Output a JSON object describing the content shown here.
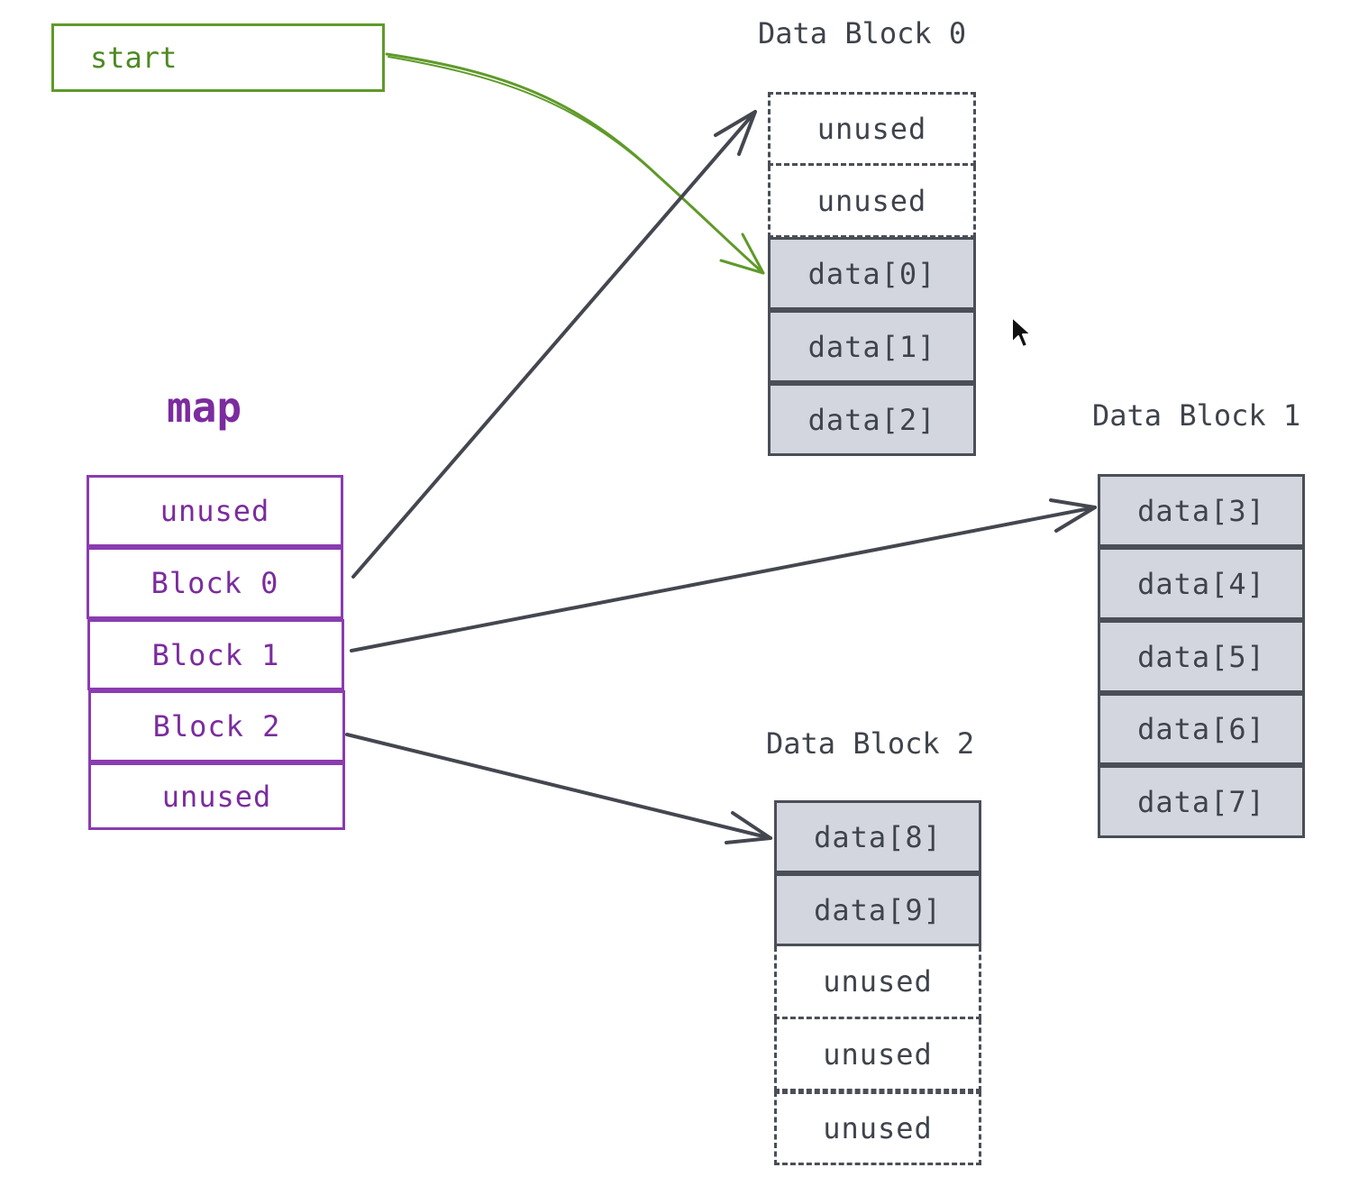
{
  "start": {
    "label": "start"
  },
  "map": {
    "title": "map",
    "cells": [
      "unused",
      "Block 0",
      "Block 1",
      "Block 2",
      "unused"
    ]
  },
  "data_block_0": {
    "title": "Data Block 0",
    "cells": [
      "unused",
      "unused",
      "data[0]",
      "data[1]",
      "data[2]"
    ]
  },
  "data_block_1": {
    "title": "Data Block 1",
    "cells": [
      "data[3]",
      "data[4]",
      "data[5]",
      "data[6]",
      "data[7]"
    ]
  },
  "data_block_2": {
    "title": "Data Block 2",
    "cells": [
      "data[8]",
      "data[9]",
      "unused",
      "unused",
      "unused"
    ]
  },
  "colors": {
    "map": "#7b2c9e",
    "start": "#5f9a2a",
    "data_fill": "#d3d6de",
    "outline": "#4a4e57"
  }
}
